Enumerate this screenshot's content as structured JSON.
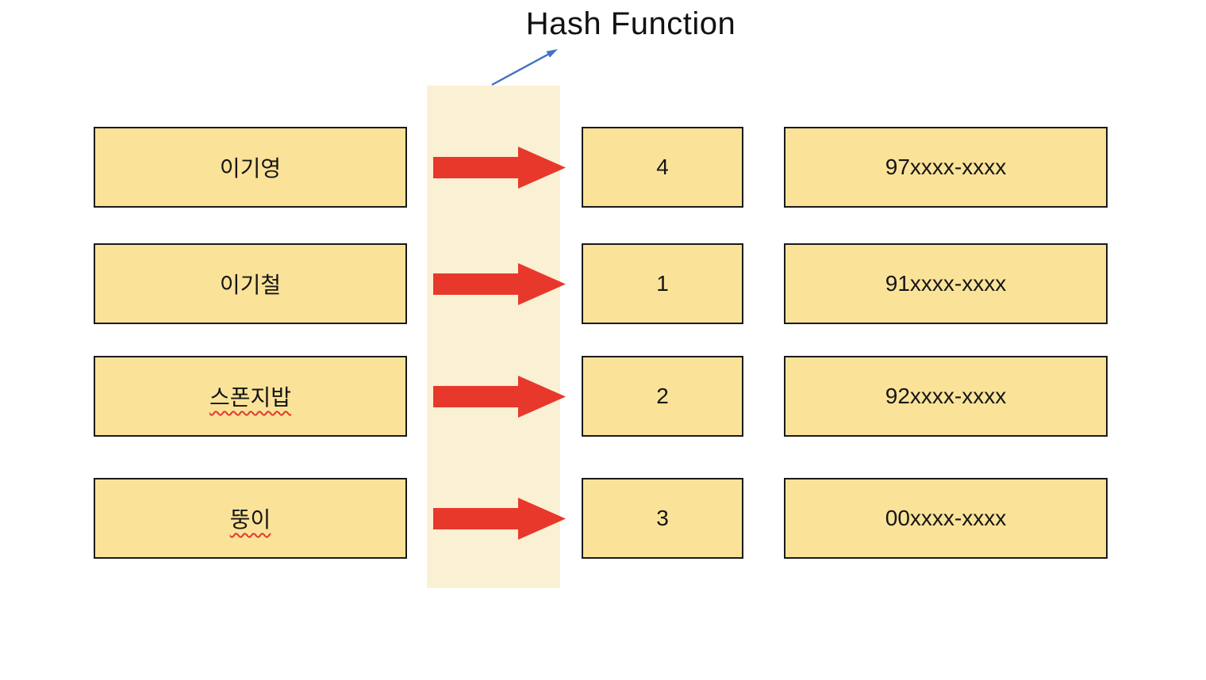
{
  "title": "Hash Function",
  "colors": {
    "box_fill": "#fae399",
    "box_border": "#1a1a1a",
    "band_fill": "#faf0d4",
    "arrow_red": "#e8382b",
    "arrow_blue": "#4472c4",
    "squiggle_red": "#e03a2f"
  },
  "icons": {
    "flow_arrow": "red-block-arrow-right",
    "callout_arrow": "blue-line-arrow-up-right"
  },
  "rows": [
    {
      "name": "이기영",
      "hash": "4",
      "value": "97xxxx-xxxx",
      "misspelled": false
    },
    {
      "name": "이기철",
      "hash": "1",
      "value": "91xxxx-xxxx",
      "misspelled": false
    },
    {
      "name": "스폰지밥",
      "hash": "2",
      "value": "92xxxx-xxxx",
      "misspelled": true
    },
    {
      "name": "뚱이",
      "hash": "3",
      "value": "00xxxx-xxxx",
      "misspelled": true
    }
  ]
}
